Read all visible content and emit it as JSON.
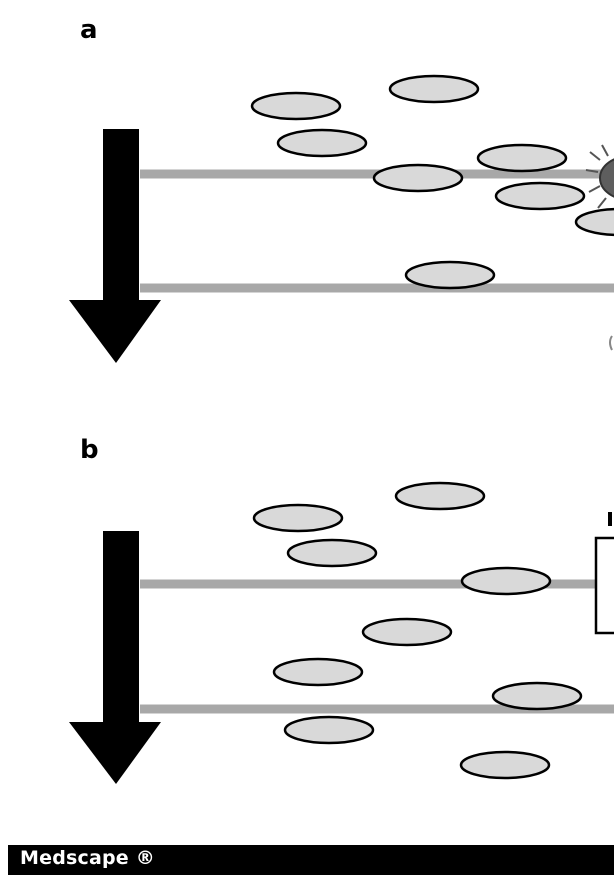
{
  "panels": [
    {
      "label": "a"
    },
    {
      "label": "b"
    }
  ],
  "footer": {
    "text": "Medscape ®"
  }
}
